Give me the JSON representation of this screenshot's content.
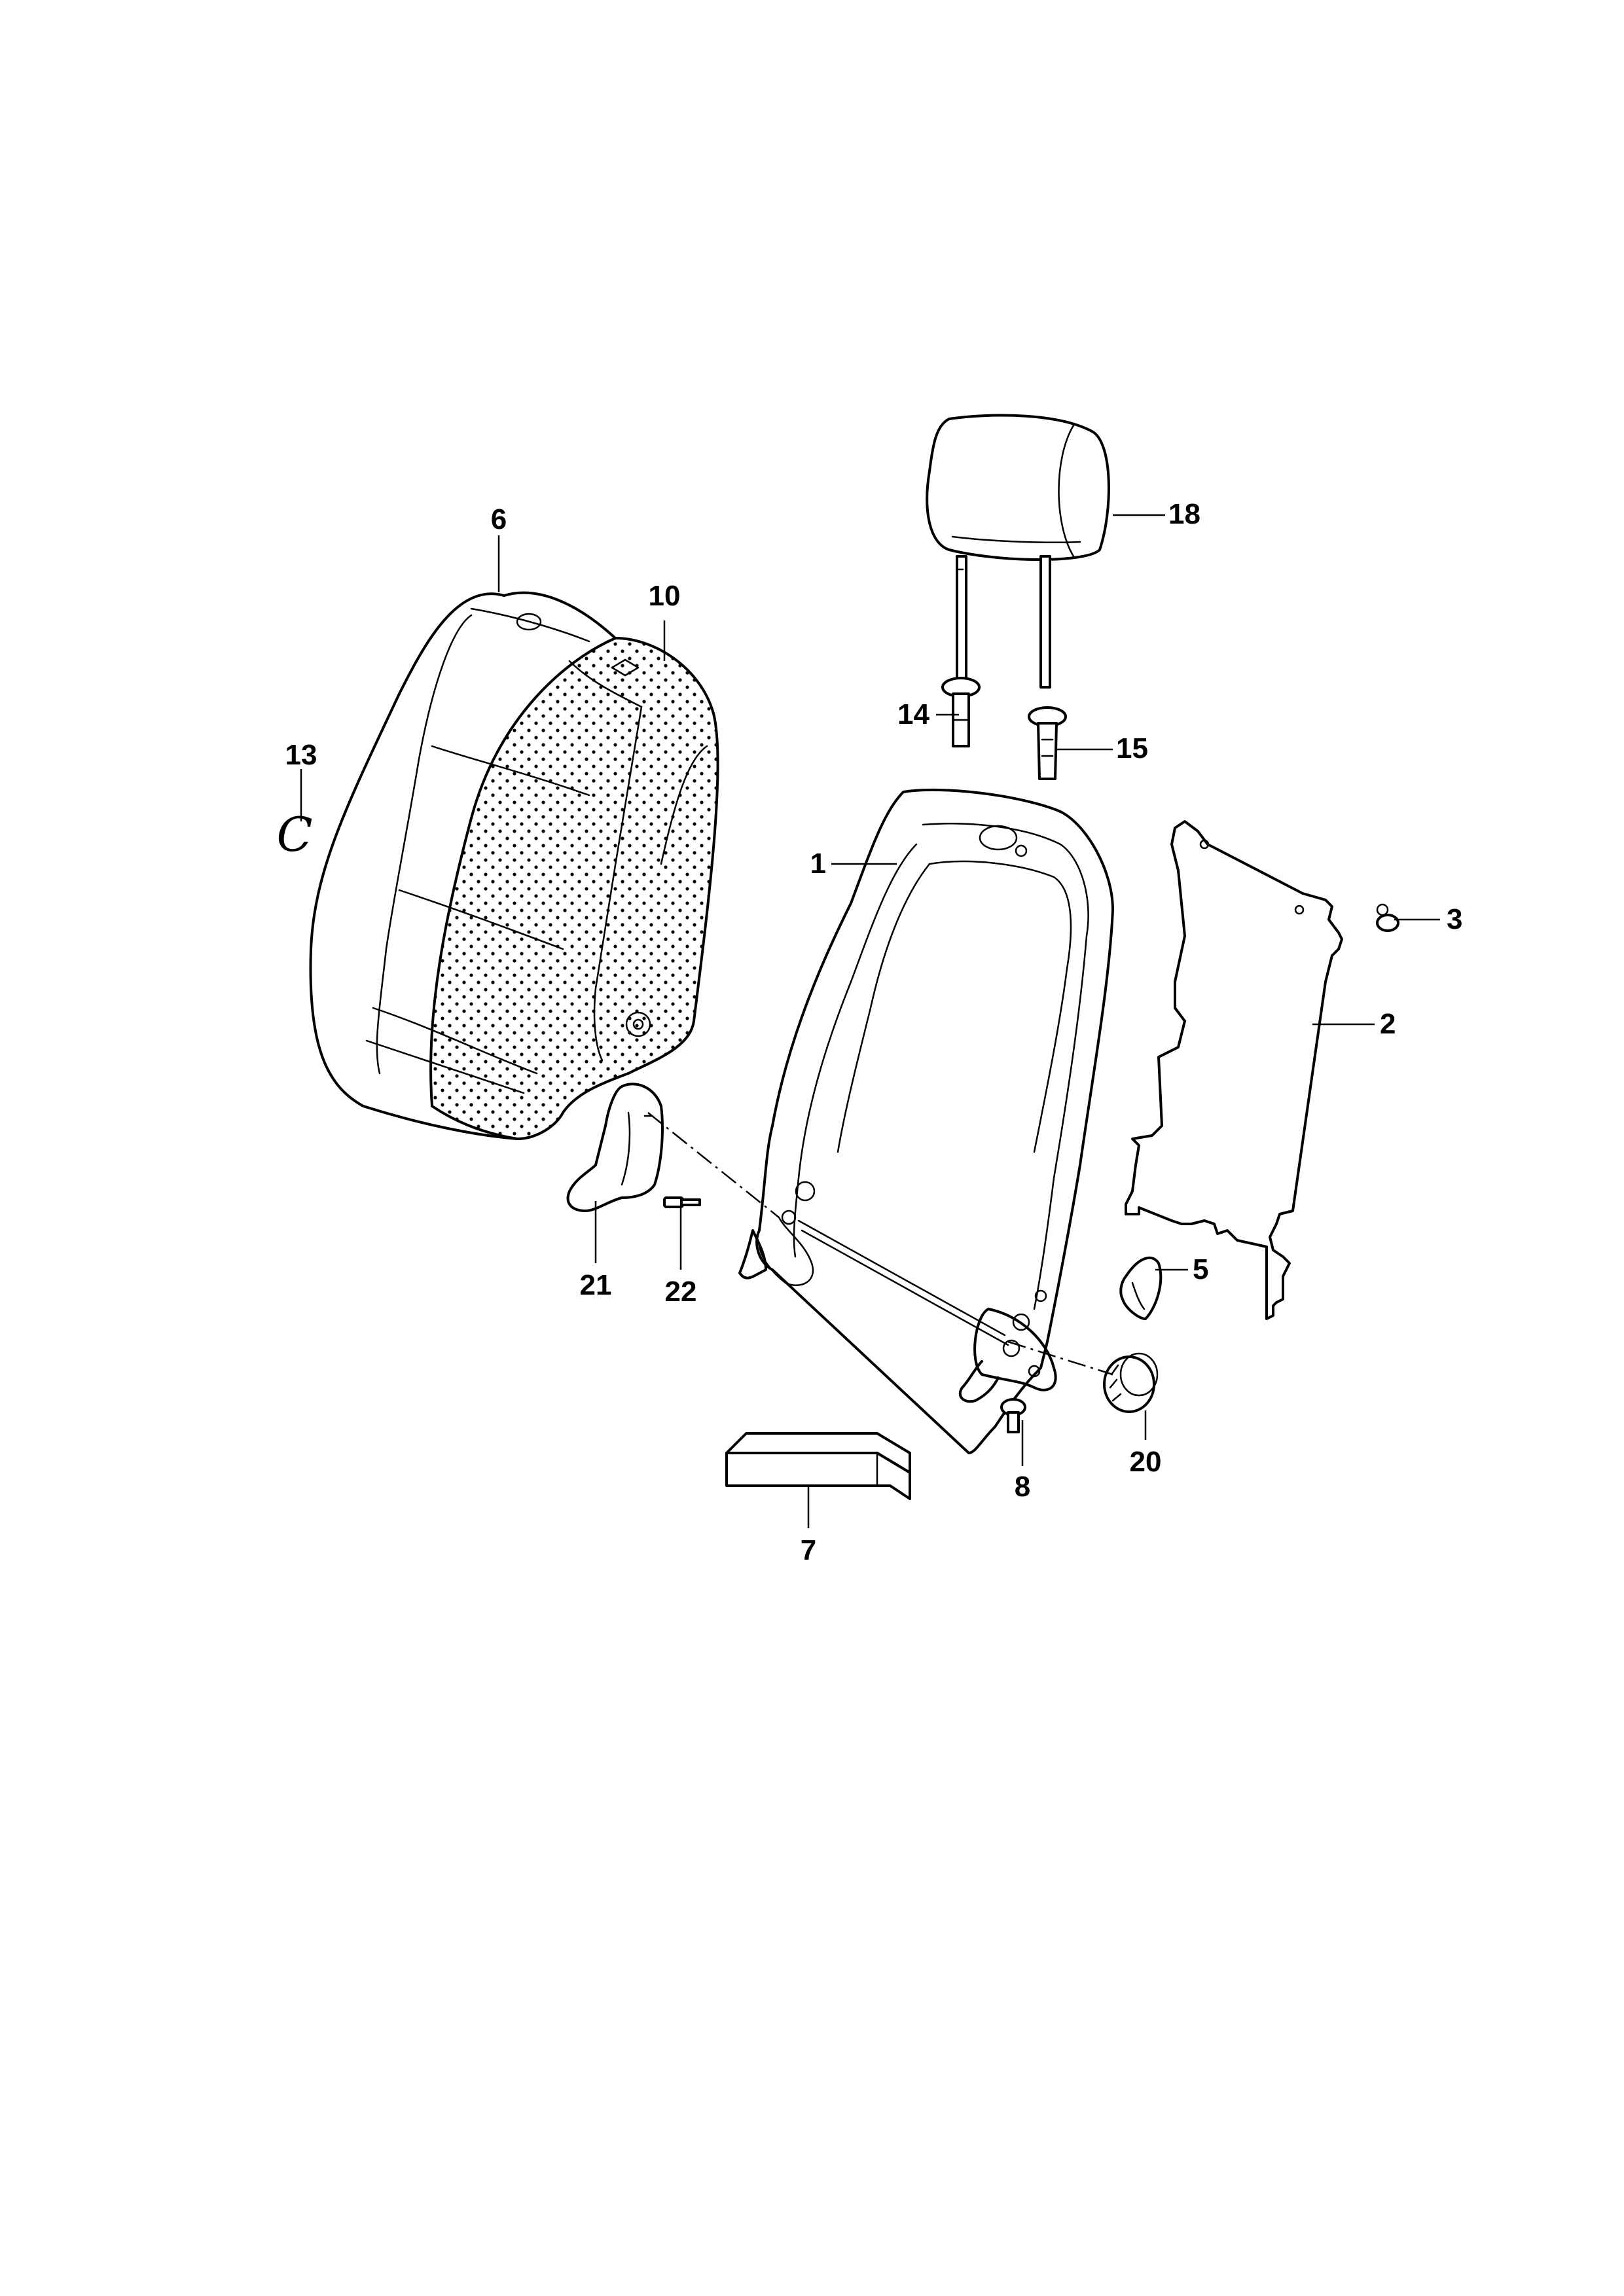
{
  "callouts": {
    "c1": "1",
    "c2": "2",
    "c3": "3",
    "c5": "5",
    "c6": "6",
    "c7": "7",
    "c8": "8",
    "c10": "10",
    "c13": "13",
    "c14": "14",
    "c15": "15",
    "c18": "18",
    "c20": "20",
    "c21": "21",
    "c22": "22"
  },
  "variant_code": "C"
}
